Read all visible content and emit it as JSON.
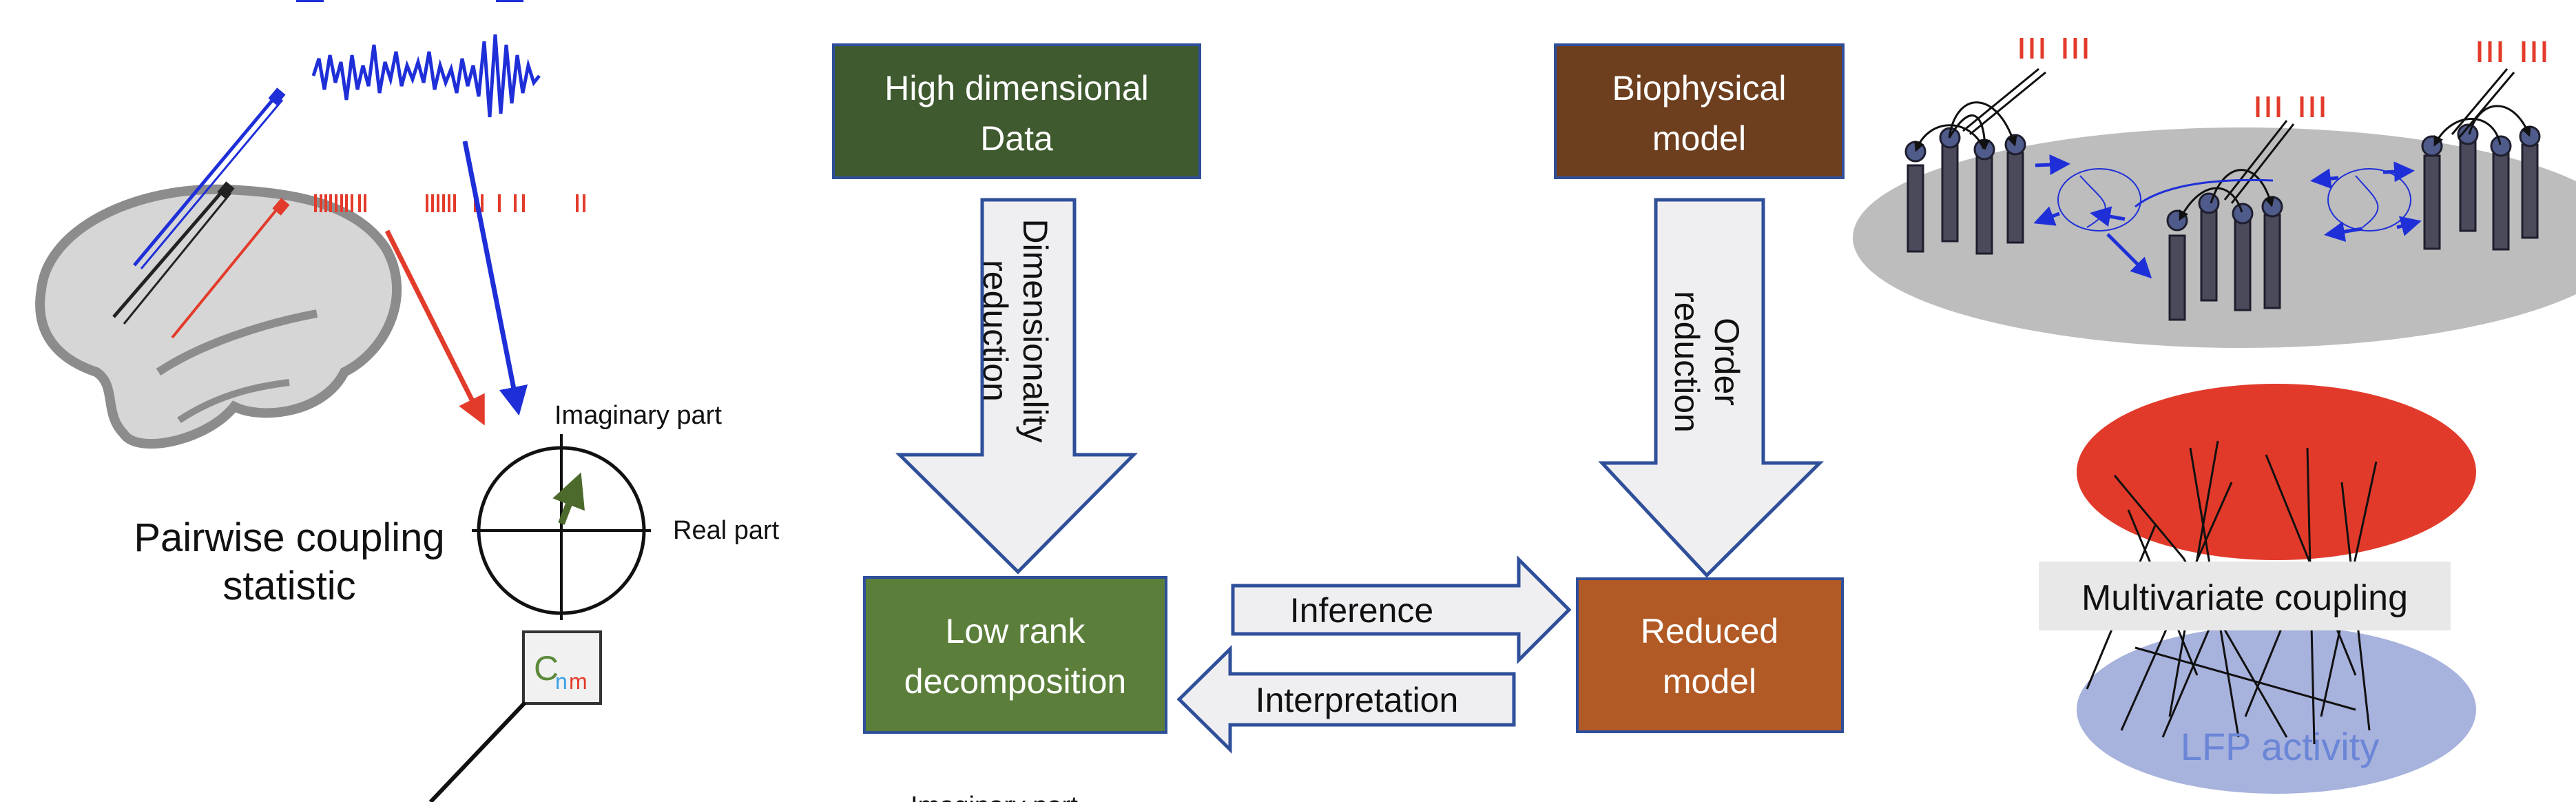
{
  "left_panel": {
    "imaginary_axis_label": "Imaginary part",
    "real_axis_label": "Real part",
    "statistic_title_line1": "Pairwise coupling",
    "statistic_title_line2": "statistic",
    "matrix_symbol": "C",
    "matrix_subscript_n": "n",
    "matrix_subscript_m": "m",
    "bottom_cropped_label": "Imaginary part"
  },
  "flow": {
    "high_dim_line1": "High dimensional",
    "high_dim_line2": "Data",
    "biophysical_line1": "Biophysical",
    "biophysical_line2": "model",
    "dim_reduction_line1": "Dimensionality",
    "dim_reduction_line2": "reduction",
    "order_reduction_line1": "Order",
    "order_reduction_line2": "reduction",
    "low_rank_line1": "Low rank",
    "low_rank_line2": "decomposition",
    "reduced_line1": "Reduced",
    "reduced_line2": "model",
    "inference": "Inference",
    "interpretation": "Interpretation"
  },
  "right_panel": {
    "multivariate_label": "Multivariate coupling",
    "lfp_label": "LFP activity"
  },
  "colors": {
    "dark_green": "#3f5a2e",
    "medium_green": "#5b7f3b",
    "dark_brown": "#6e3f1f",
    "orange_brown": "#b15a25",
    "arrow_fill": "#efeff1",
    "arrow_stroke": "#2f4f9a",
    "red_ellipse": "#e23a2a",
    "blue_ellipse": "#a7b2dd",
    "grey_ellipse": "#bdbdbd",
    "lfp_text": "#6b86d6"
  }
}
